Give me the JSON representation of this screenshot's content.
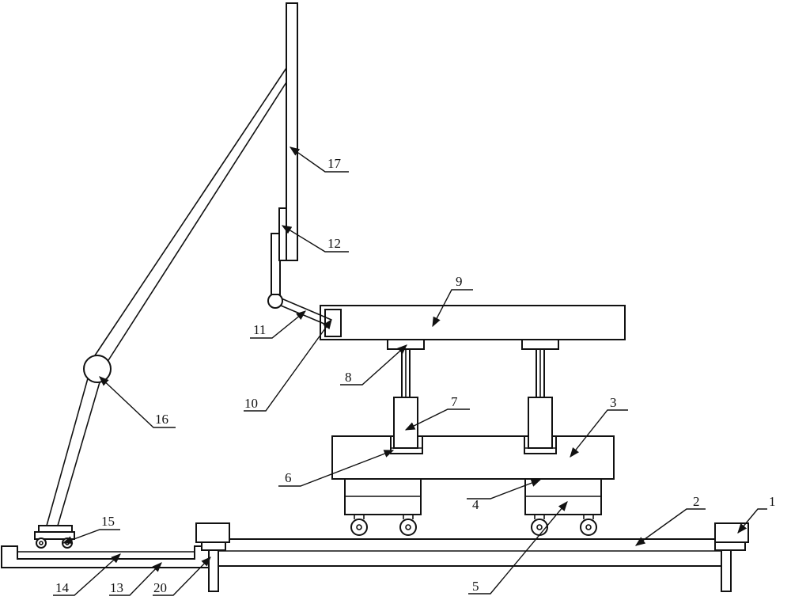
{
  "figure": {
    "labels": [
      {
        "id": "part-1",
        "text": "1"
      },
      {
        "id": "part-2",
        "text": "2"
      },
      {
        "id": "part-3",
        "text": "3"
      },
      {
        "id": "part-4",
        "text": "4"
      },
      {
        "id": "part-5",
        "text": "5"
      },
      {
        "id": "part-6",
        "text": "6"
      },
      {
        "id": "part-7",
        "text": "7"
      },
      {
        "id": "part-8",
        "text": "8"
      },
      {
        "id": "part-9",
        "text": "9"
      },
      {
        "id": "part-10",
        "text": "10"
      },
      {
        "id": "part-11",
        "text": "11"
      },
      {
        "id": "part-12",
        "text": "12"
      },
      {
        "id": "part-13",
        "text": "13"
      },
      {
        "id": "part-14",
        "text": "14"
      },
      {
        "id": "part-15",
        "text": "15"
      },
      {
        "id": "part-16",
        "text": "16"
      },
      {
        "id": "part-17",
        "text": "17"
      },
      {
        "id": "part-20",
        "text": "20"
      }
    ]
  }
}
